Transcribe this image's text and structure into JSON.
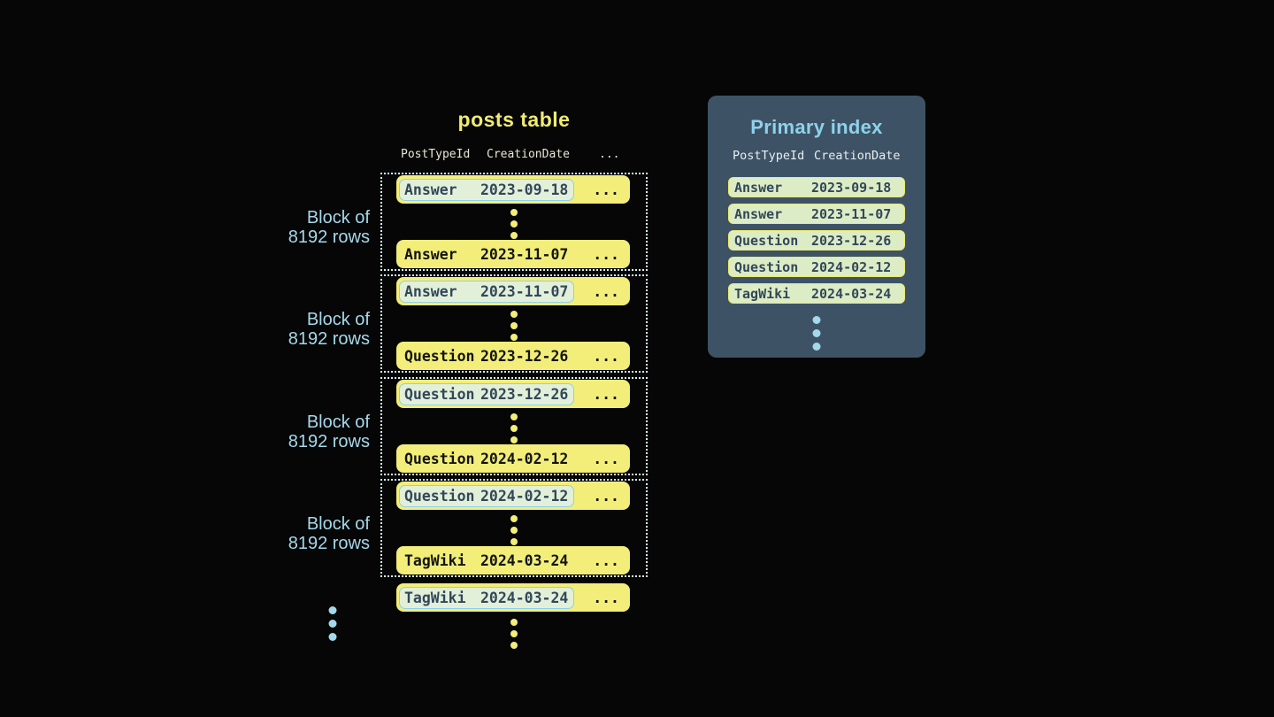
{
  "posts_table": {
    "title": "posts table",
    "columns": [
      "PostTypeId",
      "CreationDate",
      "..."
    ],
    "block_label_line1": "Block of",
    "block_label_line2": "8192 rows",
    "ellipsis": "...",
    "blocks": [
      {
        "first": {
          "type": "Answer",
          "date": "2023-09-18",
          "highlighted": true
        },
        "last": {
          "type": "Answer",
          "date": "2023-11-07",
          "highlighted": false
        }
      },
      {
        "first": {
          "type": "Answer",
          "date": "2023-11-07",
          "highlighted": true
        },
        "last": {
          "type": "Question",
          "date": "2023-12-26",
          "highlighted": false
        }
      },
      {
        "first": {
          "type": "Question",
          "date": "2023-12-26",
          "highlighted": true
        },
        "last": {
          "type": "Question",
          "date": "2024-02-12",
          "highlighted": false
        }
      },
      {
        "first": {
          "type": "Question",
          "date": "2024-02-12",
          "highlighted": true
        },
        "last": {
          "type": "TagWiki",
          "date": "2024-03-24",
          "highlighted": false
        }
      }
    ],
    "overflow_row": {
      "type": "TagWiki",
      "date": "2024-03-24",
      "highlighted": true
    }
  },
  "primary_index": {
    "title": "Primary index",
    "columns": [
      "PostTypeId",
      "CreationDate"
    ],
    "rows": [
      {
        "type": "Answer",
        "date": "2023-09-18"
      },
      {
        "type": "Answer",
        "date": "2023-11-07"
      },
      {
        "type": "Question",
        "date": "2023-12-26"
      },
      {
        "type": "Question",
        "date": "2024-02-12"
      },
      {
        "type": "TagWiki",
        "date": "2024-03-24"
      }
    ]
  },
  "colors": {
    "background": "#060606",
    "row_yellow": "#f2ee79",
    "title_yellow": "#f0ec70",
    "accent_blue": "#a5d8ea",
    "index_title_blue": "#8ed2ea",
    "highlight_green": "#e2f0da",
    "highlight_border_blue": "#8fcfe8",
    "index_row_green": "#dcedc6",
    "index_row_border_yellow": "#ece970",
    "panel_slate": "#3d5365",
    "dark_slate_text": "#33475a"
  }
}
